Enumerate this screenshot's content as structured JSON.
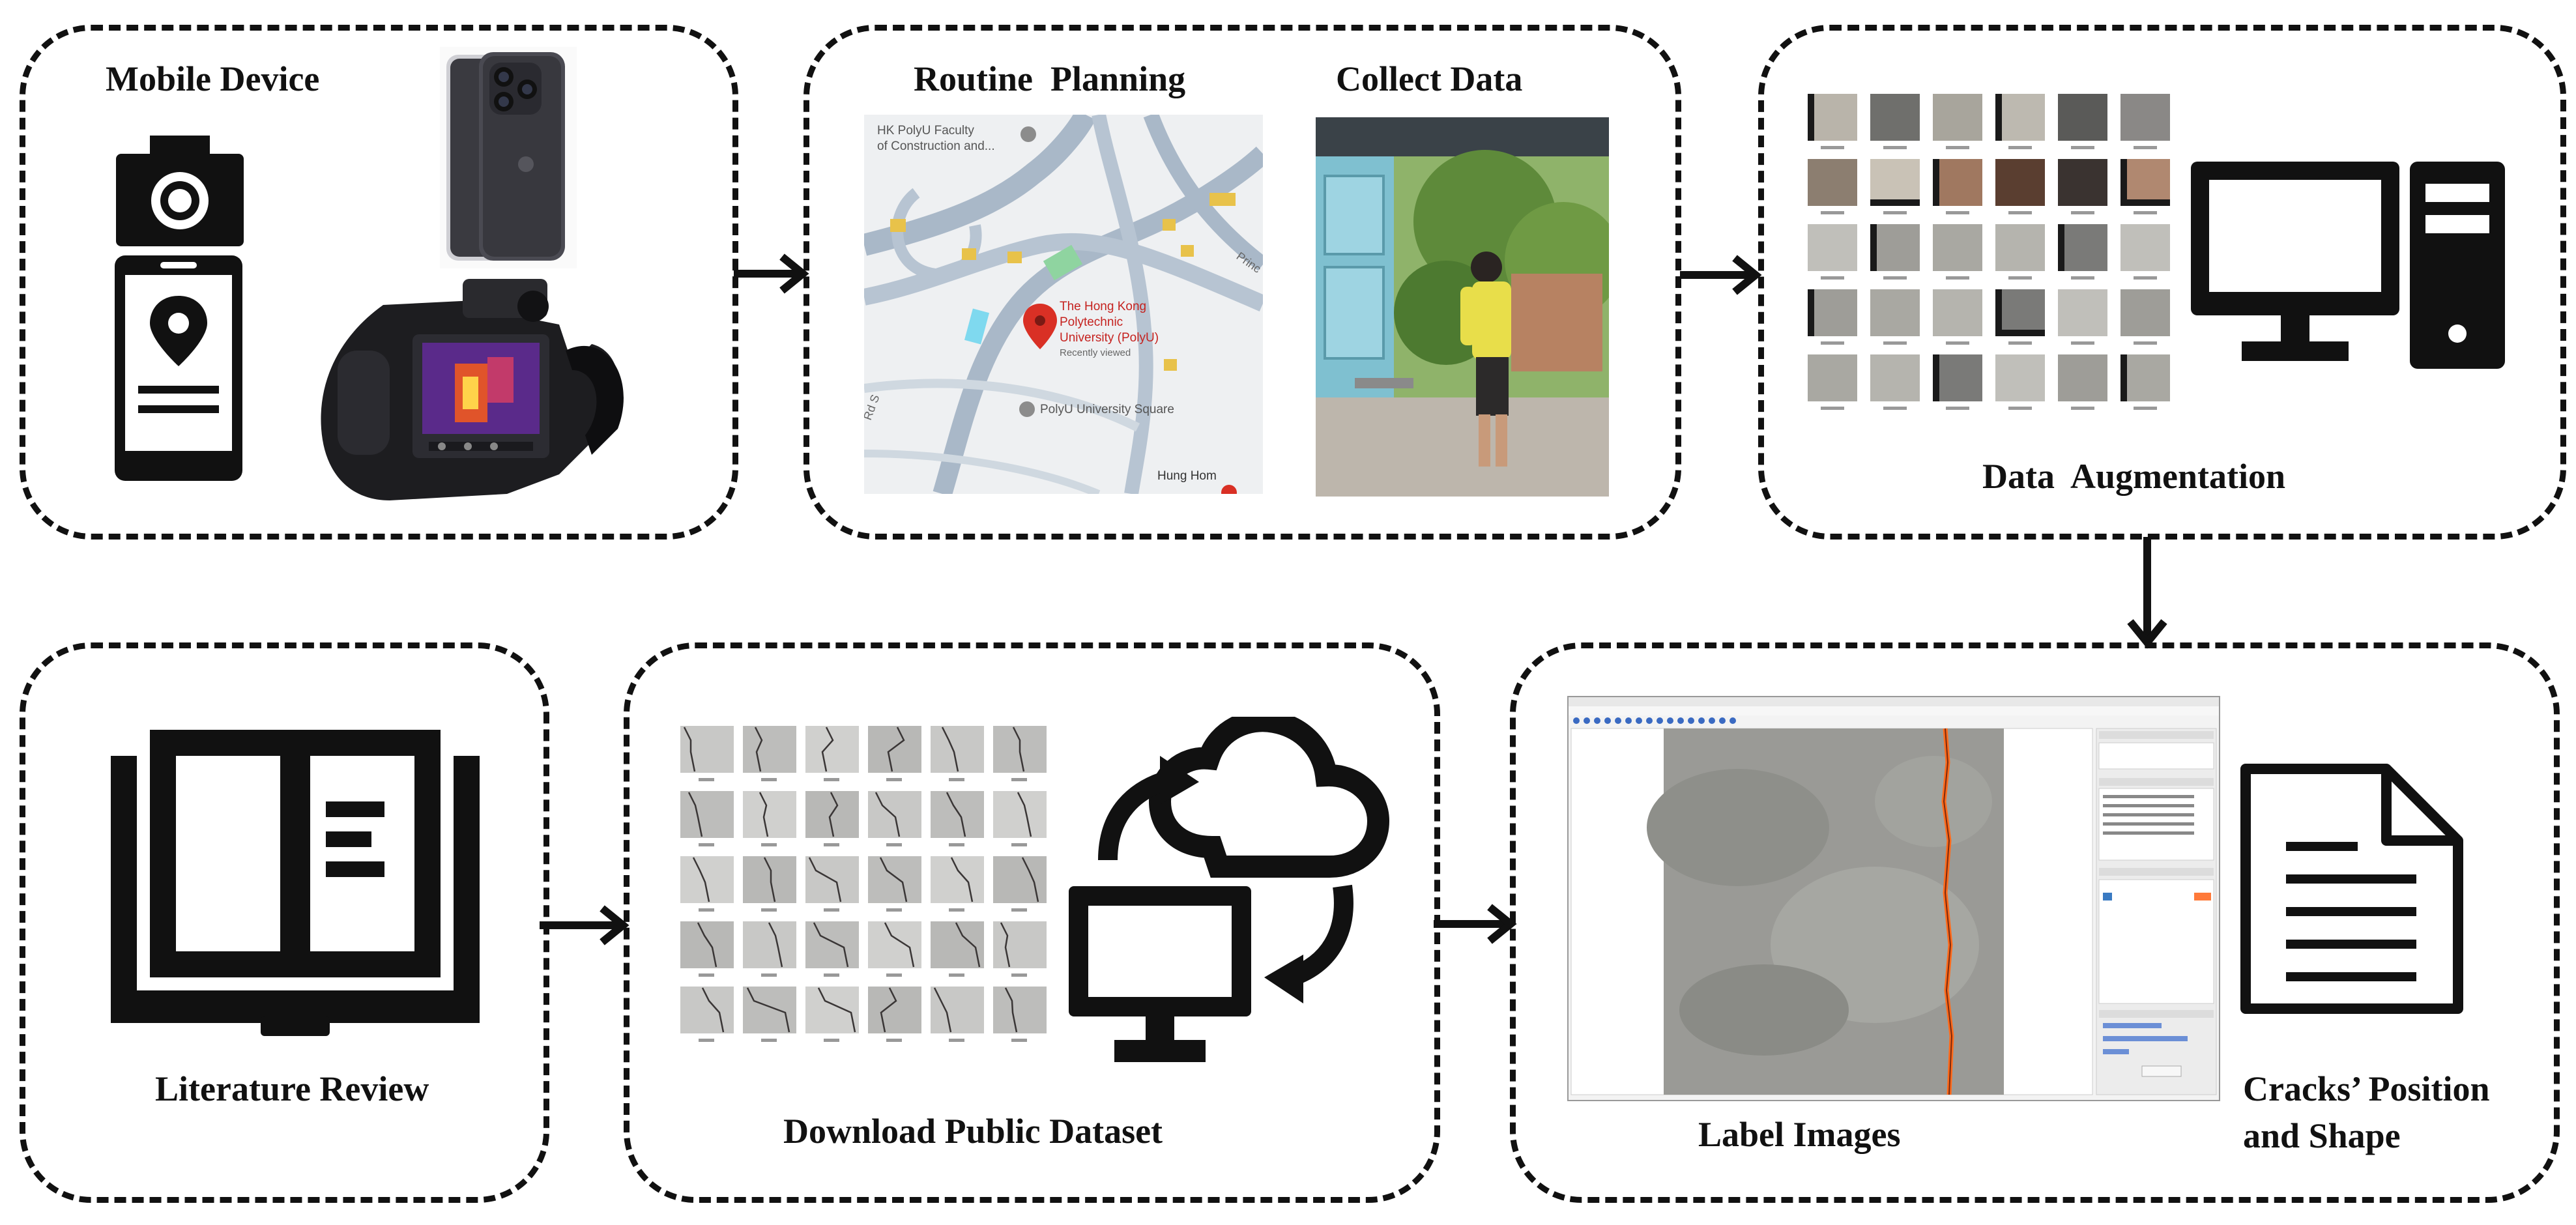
{
  "stages": {
    "mobile_device": "Mobile Device",
    "routine_planning": "Routine  Planning",
    "collect_data": "Collect Data",
    "data_augmentation": "Data  Augmentation",
    "literature_review": "Literature Review",
    "download_dataset": "Download Public Dataset",
    "label_images": "Label Images",
    "cracks_line1": "Cracks’ Position",
    "cracks_line2": "and Shape"
  },
  "map": {
    "faculty_label_1": "HK PolyU Faculty",
    "faculty_label_2": "of Construction and...",
    "polyu_label_1": "The Hong Kong",
    "polyu_label_2": "Polytechnic",
    "polyu_label_3": "University (PolyU)",
    "recently_viewed": "Recently viewed",
    "square_label": "PolyU University Square",
    "hung_hom": "Hung Hom",
    "princess": "Princ",
    "road": "Rd S"
  },
  "colors": {
    "ink": "#111111",
    "map_road": "#a9b8c8",
    "map_bg": "#eef0f2",
    "pin": "#d93025",
    "crack_label": "#ff6a1a",
    "concrete": "#9a9a96"
  },
  "icons": [
    "camera-icon",
    "phone-location-icon",
    "smartphone-photo",
    "thermal-camera-photo",
    "open-book-icon",
    "cloud-sync-icon",
    "desktop-computer-icon",
    "document-icon"
  ]
}
